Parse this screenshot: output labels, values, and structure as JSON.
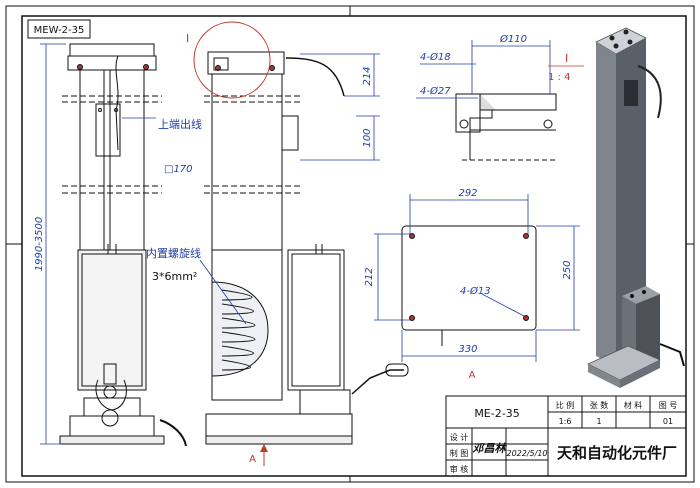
{
  "drawing": {
    "code_tag": "MEW-2-35",
    "total_height": "1990-3500",
    "top_outlet_label": "上端出线",
    "square_size": "□170",
    "spiral_label": "内置螺旋线",
    "wire_spec": "3*6mm²",
    "detail_marker": "I",
    "dim_214": "214",
    "dim_100": "100",
    "dim_110": "Ø110",
    "hole_18": "4-Ø18",
    "hole_27": "4-Ø27",
    "detail_scale_top": "I",
    "detail_scale_bottom": "1 : 4",
    "base_w_top": "292",
    "base_h_left": "212",
    "base_h_right": "250",
    "base_hole": "4-Ø13",
    "base_w_bottom": "330",
    "view_a_label": "A",
    "arrow_a_label": "A"
  },
  "title_block": {
    "model": "ME-2-35",
    "col_scale": "比 例",
    "col_sheets": "张 数",
    "col_material": "材 料",
    "col_drawing_no": "图 号",
    "val_scale": "1:6",
    "val_sheets": "1",
    "val_material": "",
    "val_drawing_no": "01",
    "row_design": "设 计",
    "row_draw": "制 图",
    "row_review": "审 核",
    "signature": "邓昌林",
    "date": "2022/5/10",
    "company": "天和自动化元件厂"
  },
  "colors": {
    "line": "#111111",
    "dimension": "#1f3fa8",
    "detail_circle": "#c0392b"
  }
}
